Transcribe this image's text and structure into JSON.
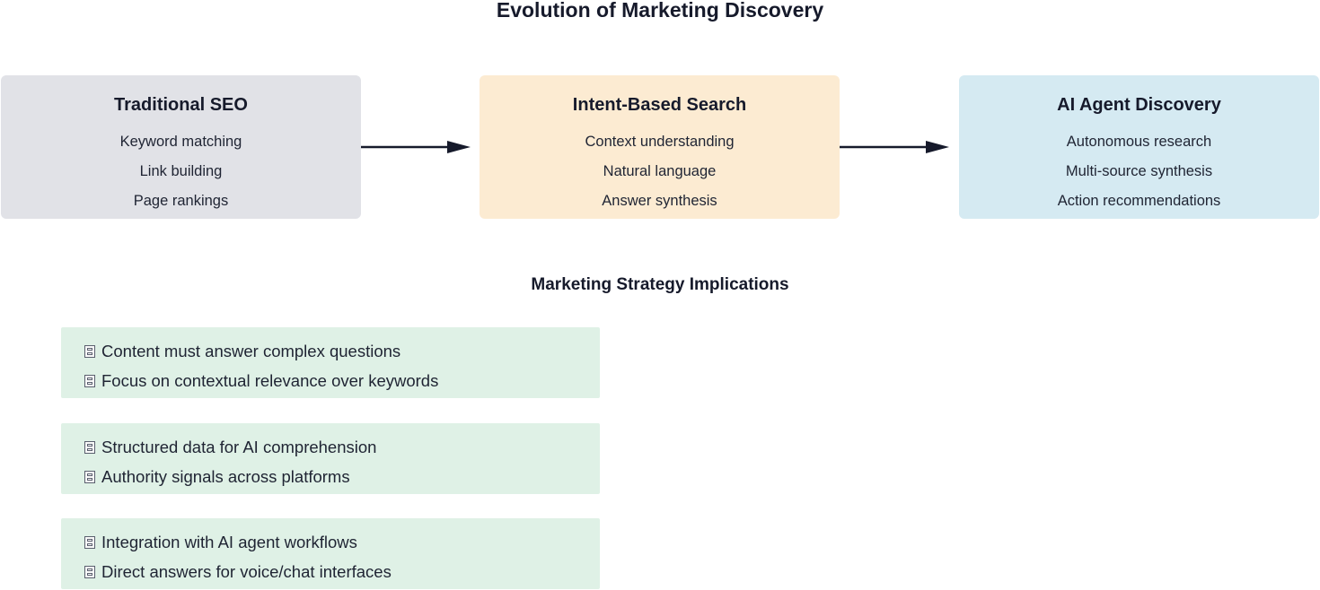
{
  "title": "Evolution of Marketing Discovery",
  "stages": [
    {
      "title": "Traditional SEO",
      "items": [
        "Keyword matching",
        "Link building",
        "Page rankings"
      ],
      "color": "#e1e2e7"
    },
    {
      "title": "Intent-Based Search",
      "items": [
        "Context understanding",
        "Natural language",
        "Answer synthesis"
      ],
      "color": "#fcebd2"
    },
    {
      "title": "AI Agent Discovery",
      "items": [
        "Autonomous research",
        "Multi-source synthesis",
        "Action recommendations"
      ],
      "color": "#d5eaf2"
    }
  ],
  "implications": {
    "title": "Marketing Strategy Implications",
    "groups": [
      {
        "items": [
          "Content must answer complex questions",
          "Focus on contextual relevance over keywords"
        ]
      },
      {
        "items": [
          "Structured data for AI comprehension",
          "Authority signals across platforms"
        ]
      },
      {
        "items": [
          "Integration with AI agent workflows",
          "Direct answers for voice/chat interfaces"
        ]
      }
    ],
    "color": "#dff1e6",
    "bullet_icon": "missing-glyph-icon"
  },
  "arrow_color": "#161a2b"
}
